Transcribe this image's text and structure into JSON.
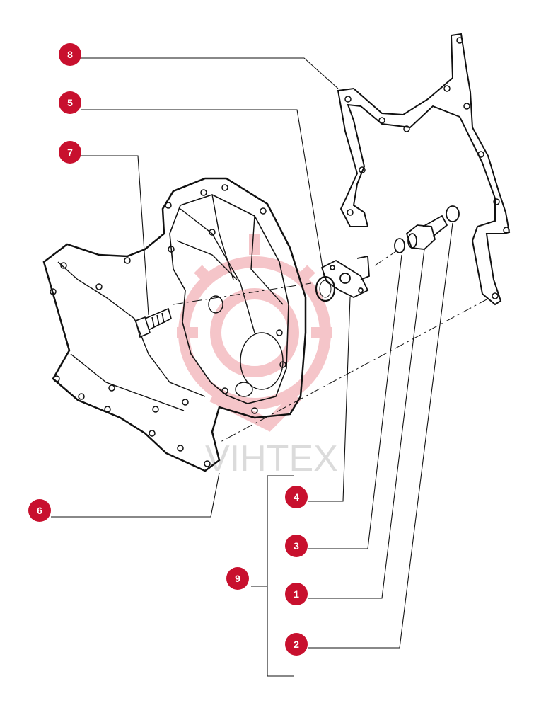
{
  "watermark": {
    "text": "VIHTEX",
    "color": "#e8a0a4"
  },
  "callout_color": "#c8102e",
  "callouts": [
    {
      "id": "c8",
      "label": "8",
      "part": "rear gasket"
    },
    {
      "id": "c5",
      "label": "5",
      "part": "o-ring"
    },
    {
      "id": "c7",
      "label": "7",
      "part": "flange bolt"
    },
    {
      "id": "c6",
      "label": "6",
      "part": "timing gear cover"
    },
    {
      "id": "c4",
      "label": "4",
      "part": "sensor flange"
    },
    {
      "id": "c3",
      "label": "3",
      "part": "small o-ring"
    },
    {
      "id": "c9",
      "label": "9",
      "part": "kit group"
    },
    {
      "id": "c1",
      "label": "1",
      "part": "sensor"
    },
    {
      "id": "c2",
      "label": "2",
      "part": "seal ring"
    }
  ]
}
